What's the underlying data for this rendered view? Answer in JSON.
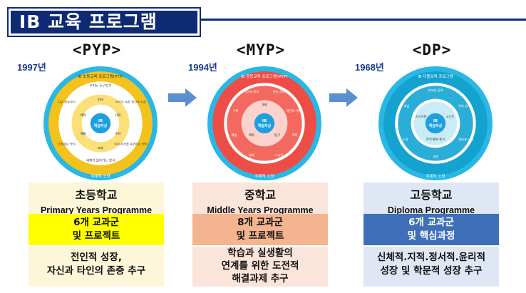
{
  "page": {
    "title": "IB 교육 프로그램"
  },
  "colors": {
    "banner": "#0f2a75",
    "arrow": "#5a8fd0"
  },
  "programs": [
    {
      "title": "<PYP>",
      "year": "1997년",
      "wheel": {
        "center_line1": "IB",
        "center_line2": "학습자상",
        "ring_top": "IB 초등교육 프로그램(PYP)",
        "ring_bottom": "국제적 소양",
        "ring_labels": [
          "우리는 누구인가",
          "세계가 돌아가는 방식",
          "우리 자신을 표현하는 방식",
          "조직하는 방식",
          "우리가 속한 공간과 시간",
          "지구 공유하기"
        ],
        "inner_labels": [
          "언어",
          "사회",
          "수학",
          "과학",
          "예술",
          "체육"
        ]
      },
      "name_kr": "초등학교",
      "name_en": "Primary Years Programme",
      "sub_line1": "6개 교과군",
      "sub_line2": "및 프로젝트",
      "desc_line1": "전인적 성장,",
      "desc_line2": "자신과 타인의 존중 추구"
    },
    {
      "title": "<MYP>",
      "year": "1994년",
      "wheel": {
        "center_line1": "IB",
        "center_line2": "학습자상",
        "ring_top": "IB 중등교육 프로그램(MYP)",
        "ring_bottom": "국제적 소양",
        "ring_labels": [
          "언어와 문학",
          "언어 습득",
          "개인과 사회",
          "과학",
          "수학",
          "예술",
          "체육",
          "디자인"
        ],
        "inner_labels": [
          "개념",
          "맥락",
          "탐구"
        ]
      },
      "name_kr": "중학교",
      "name_en": "Middle Years Programme",
      "sub_line1": "8개 교과군",
      "sub_line2": "및 프로젝트",
      "desc_line1": "학습과 실생활의",
      "desc_line2": "연계를 위한 도전적",
      "desc_line3": "해결과제 추구"
    },
    {
      "title": "<DP>",
      "year": "1968년",
      "wheel": {
        "center_line1": "IB",
        "center_line2": "학습자상",
        "ring_top": "IB 디플로마 프로그램",
        "ring_bottom": "국제적 소양",
        "ring_labels": [
          "언어와 문학",
          "언어 습득",
          "개인과 사회",
          "과학",
          "수학",
          "예술"
        ],
        "inner_labels": [
          "지식이론",
          "소논문",
          "창의·활동·봉사"
        ]
      },
      "name_kr": "고등학교",
      "name_en": "Diploma Programme",
      "sub_line1": "6개 교과군",
      "sub_line2": "및 핵심과정",
      "desc_line1": "신체적.지적.정서적.윤리적",
      "desc_line2": "성장 및 학문적 성장 추구"
    }
  ]
}
